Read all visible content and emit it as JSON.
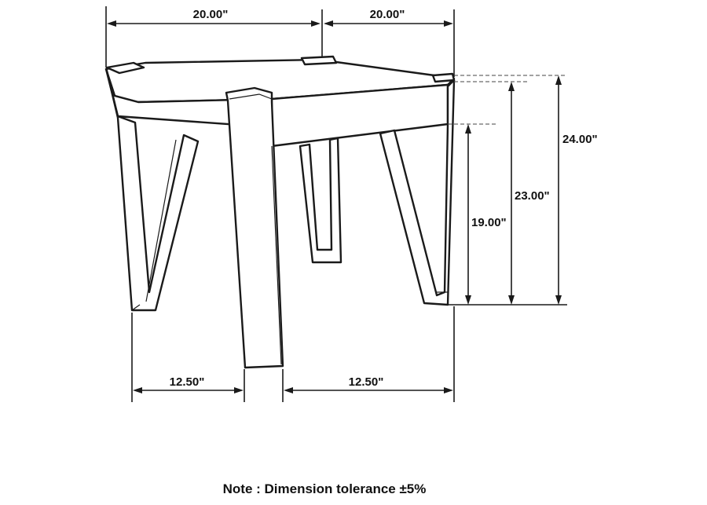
{
  "dimensions": {
    "top_width_left": "20.00\"",
    "top_width_right": "20.00\"",
    "overall_height": "24.00\"",
    "top_height": "23.00\"",
    "apron_height": "19.00\"",
    "base_left": "12.50\"",
    "base_right": "12.50\""
  },
  "note": "Note : Dimension tolerance ±5%"
}
